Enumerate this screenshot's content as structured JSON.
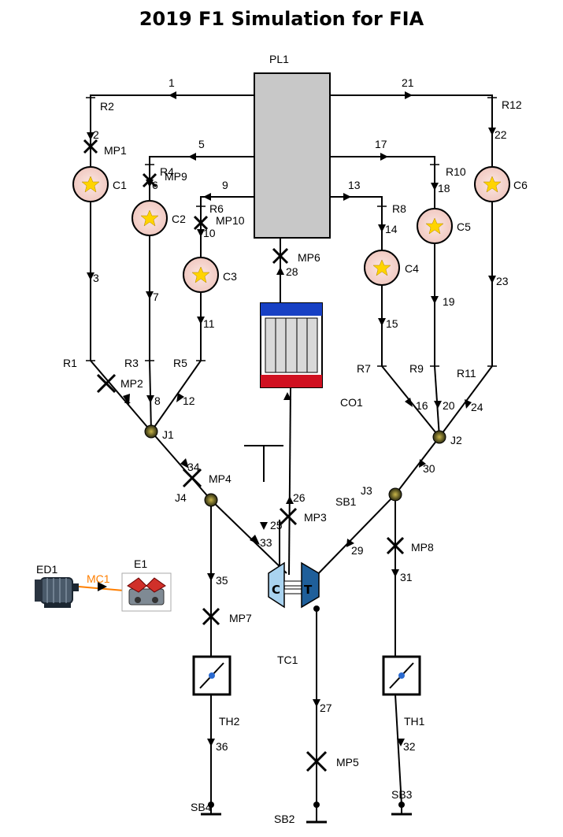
{
  "title": "2019 F1 Simulation for FIA",
  "components": {
    "plenum": "PL1",
    "cooler": "CO1",
    "turbocharger": "TC1",
    "engine": "E1",
    "dyno": "ED1",
    "mech_conn": "MC1",
    "throttle_left": "TH2",
    "throttle_right": "TH1",
    "sb1": "SB1",
    "sb2": "SB2",
    "sb3": "SB3",
    "sb4": "SB4",
    "turbo_c": "C",
    "turbo_t": "T"
  },
  "cylinders": [
    "C1",
    "C2",
    "C3",
    "C4",
    "C5",
    "C6"
  ],
  "junctions": [
    "J1",
    "J2",
    "J3",
    "J4"
  ],
  "restrictions": [
    "R1",
    "R2",
    "R3",
    "R4",
    "R5",
    "R6",
    "R7",
    "R8",
    "R9",
    "R10",
    "R11",
    "R12"
  ],
  "measurement_points": [
    "MP1",
    "MP2",
    "MP3",
    "MP4",
    "MP5",
    "MP6",
    "MP7",
    "MP8",
    "MP9",
    "MP10"
  ],
  "pipes": [
    "1",
    "2",
    "3",
    "4",
    "5",
    "6",
    "7",
    "8",
    "9",
    "10",
    "11",
    "12",
    "13",
    "14",
    "15",
    "16",
    "17",
    "18",
    "19",
    "20",
    "21",
    "22",
    "23",
    "24",
    "25",
    "26",
    "27",
    "28",
    "29",
    "30",
    "31",
    "32",
    "33",
    "34",
    "35",
    "36"
  ]
}
